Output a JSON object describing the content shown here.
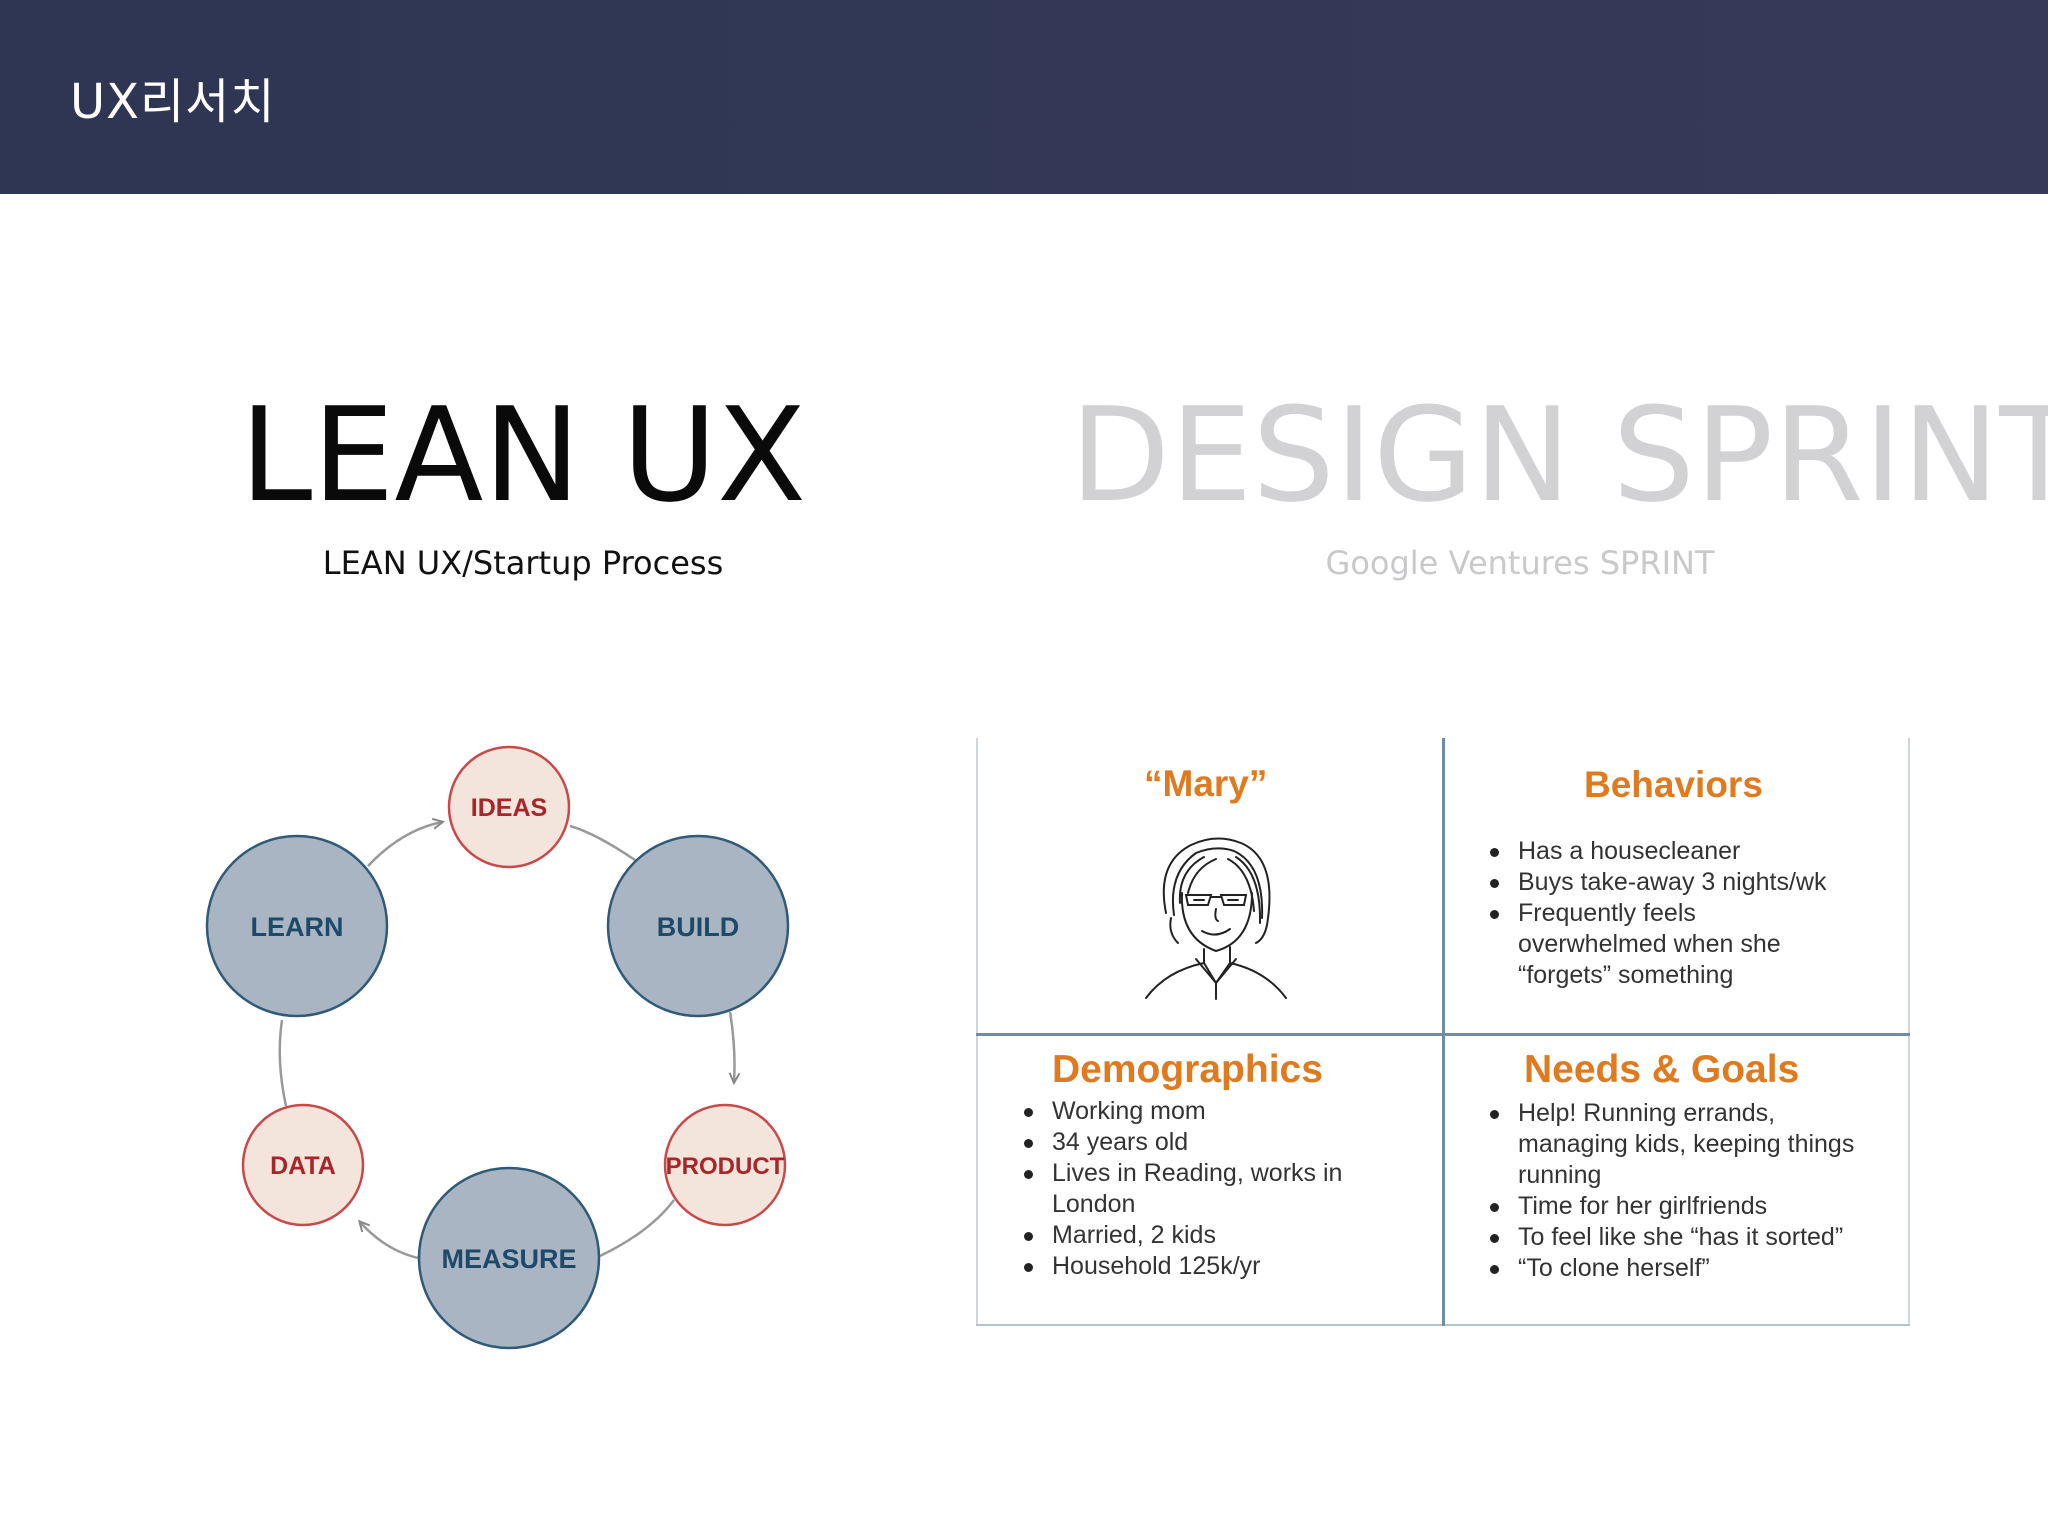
{
  "header": {
    "title": "UX리서치"
  },
  "lean": {
    "title": "LEAN UX",
    "subtitle": "LEAN UX/Startup Process"
  },
  "sprint": {
    "title": "DESIGN SPRINT",
    "subtitle": "Google Ventures SPRINT"
  },
  "cycle": {
    "nodes": {
      "ideas": "IDEAS",
      "build": "BUILD",
      "product": "PRODUCT",
      "measure": "MEASURE",
      "data": "DATA",
      "learn": "LEARN"
    }
  },
  "persona": {
    "name": "“Mary”",
    "behaviors": {
      "title": "Behaviors",
      "items": [
        "Has a housecleaner",
        "Buys take-away 3 nights/wk",
        "Frequently feels overwhelmed when she “forgets” something"
      ]
    },
    "demographics": {
      "title": "Demographics",
      "items": [
        "Working mom",
        "34 years old",
        "Lives in Reading, works in London",
        "Married, 2 kids",
        "Household 125k/yr"
      ]
    },
    "needs": {
      "title": "Needs & Goals",
      "items": [
        "Help! Running errands, managing kids, keeping things running",
        "Time for her girlfriends",
        "To feel like she “has it sorted”",
        "“To clone herself”"
      ]
    }
  },
  "colors": {
    "header_bg": "#2e3653",
    "big_node_fill": "#aab5c3",
    "big_node_stroke": "#2f5a78",
    "big_node_text": "#1d4a68",
    "small_node_fill": "#f3e4dc",
    "small_node_stroke": "#c9494a",
    "small_node_text": "#a8252a",
    "persona_title": "#e07a1f"
  }
}
